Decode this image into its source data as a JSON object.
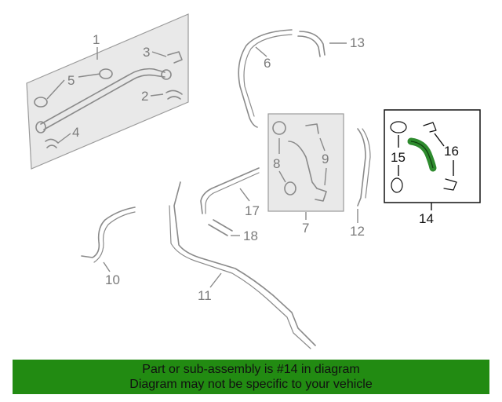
{
  "callouts": {
    "c1": "1",
    "c2": "2",
    "c3": "3",
    "c4": "4",
    "c5": "5",
    "c6": "6",
    "c7": "7",
    "c8": "8",
    "c9": "9",
    "c10": "10",
    "c11": "11",
    "c12": "12",
    "c13": "13",
    "c14": "14",
    "c15": "15",
    "c16": "16",
    "c17": "17",
    "c18": "18"
  },
  "highlight_color": "#2e8b2e",
  "banner": {
    "line1": "Part or sub-assembly is #14 in diagram",
    "line2": "Diagram may not be specific to your vehicle",
    "background": "#228b12"
  }
}
